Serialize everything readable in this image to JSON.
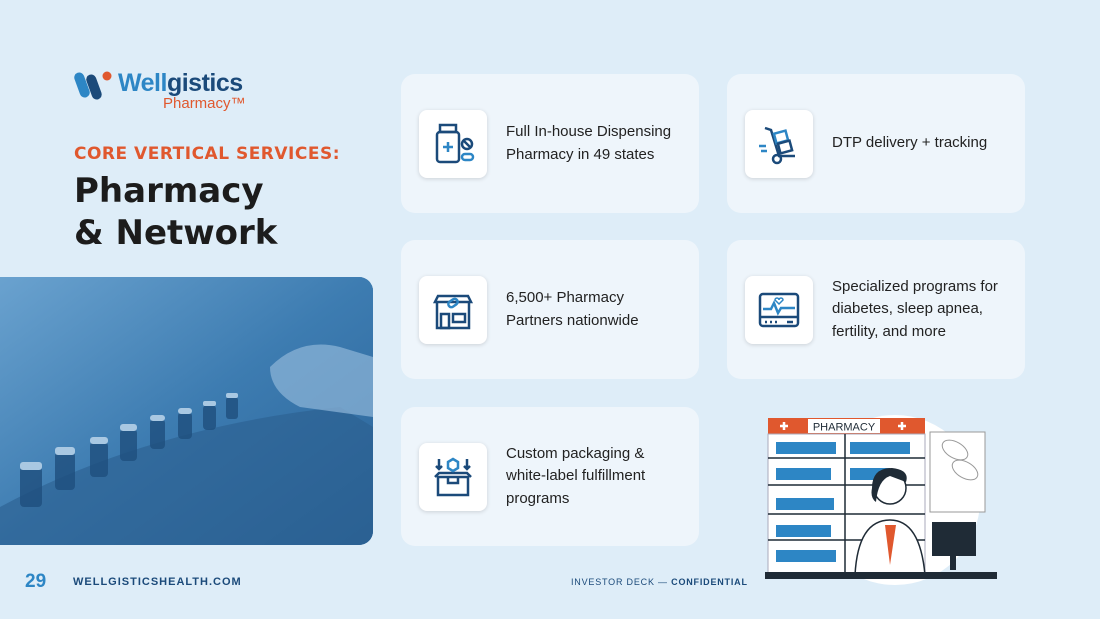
{
  "logo": {
    "word_light": "Well",
    "word_bold": "gistics",
    "sub": "Pharmacy™"
  },
  "eyebrow": "CORE VERTICAL SERVICES:",
  "title_line1": "Pharmacy",
  "title_line2": "& Network",
  "cards": [
    {
      "icon": "medicine-bottle-icon",
      "text_lines": [
        "Full In-house Dispensing",
        "Pharmacy in 49 states"
      ]
    },
    {
      "icon": "delivery-dolly-icon",
      "text_lines": [
        "DTP delivery + tracking"
      ]
    },
    {
      "icon": "pharmacy-store-icon",
      "text_lines": [
        "6,500+ Pharmacy",
        "Partners nationwide"
      ]
    },
    {
      "icon": "health-monitor-icon",
      "text_lines": [
        "Specialized programs for",
        "diabetes, sleep apnea,",
        "fertility, and more"
      ]
    },
    {
      "icon": "package-box-icon",
      "text_lines": [
        "Custom packaging &",
        "white-label fulfillment",
        "programs"
      ]
    }
  ],
  "illustration": {
    "sign": "PHARMACY"
  },
  "footer": {
    "page": "29",
    "url": "WELLGISTICSHEALTH.COM",
    "right_plain": "INVESTOR DECK — ",
    "right_bold": "CONFIDENTIAL"
  },
  "colors": {
    "bg": "#deedf8",
    "navy": "#1b4a7a",
    "blue": "#2d86c5",
    "orange": "#e0582e"
  }
}
